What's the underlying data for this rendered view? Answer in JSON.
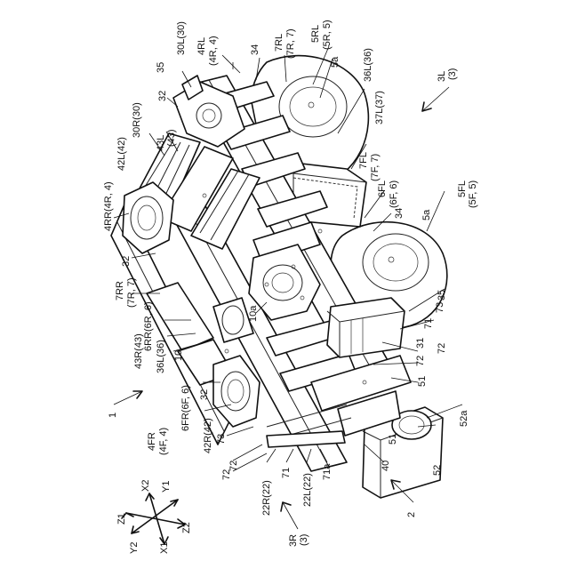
{
  "figure": {
    "labels": {
      "l_7rl": "7RL",
      "l_7rl_p": "(7R, 7)",
      "l_5rl": "5RL",
      "l_5rl_p": "(5R, 5)",
      "l_5a_top": "5a",
      "l_4rl": "4RL",
      "l_4rl_p": "(4R, 4)",
      "l_30l": "30L(30)",
      "l_34_top": "34",
      "l_36l": "36L(36)",
      "l_37l": "37L(37)",
      "l_3l": "3L",
      "l_3l_p": "(3)",
      "l_35_top": "35",
      "l_32_top": "32",
      "l_30r": "30R(30)",
      "l_43l": "43L",
      "l_43l_p": "(43)",
      "l_42l": "42L(42)",
      "l_7fl": "7FL",
      "l_7fl_p": "(7F, 7)",
      "l_6fl": "6FL",
      "l_6fl_p": "(6F, 6)",
      "l_34_mid": "34",
      "l_5fl": "5FL",
      "l_5fl_p": "(5F, 5)",
      "l_5a_mid": "5a",
      "l_4rr": "4RR(4R, 4)",
      "l_32_mid": "32",
      "l_7rr": "7RR",
      "l_7rr_p": "(7R, 7)",
      "l_10a": "10a",
      "l_6rr": "6RR(6R, 6)",
      "l_43r": "43R(43)",
      "l_36l_b": "36L(36)",
      "l_10": "10",
      "l_35_mid": "35",
      "l_71": "71",
      "l_73": "73",
      "l_31": "31",
      "l_72a": "72",
      "l_72b": "72",
      "l_51a": "51",
      "l_6fr": "6FR(6F, 6)",
      "l_32_low": "32",
      "l_42r": "42R(42)",
      "l_4fr": "4FR",
      "l_4fr_p": "(4F, 4)",
      "l_73_low": "73",
      "l_72_low1": "72",
      "l_72_low2": "72",
      "l_22r": "22R(22)",
      "l_71_low": "71",
      "l_22l": "22L(22)",
      "l_71a": "71a",
      "l_40": "40",
      "l_52a": "52a",
      "l_51b": "51",
      "l_52": "52",
      "l_1": "1",
      "l_2": "2",
      "l_3r": "3R",
      "l_3r_p": "(3)"
    },
    "axes": {
      "x2": "X2",
      "y1": "Y1",
      "z1": "Z1",
      "z2": "Z2",
      "y2": "Y2",
      "x1": "X1"
    }
  }
}
